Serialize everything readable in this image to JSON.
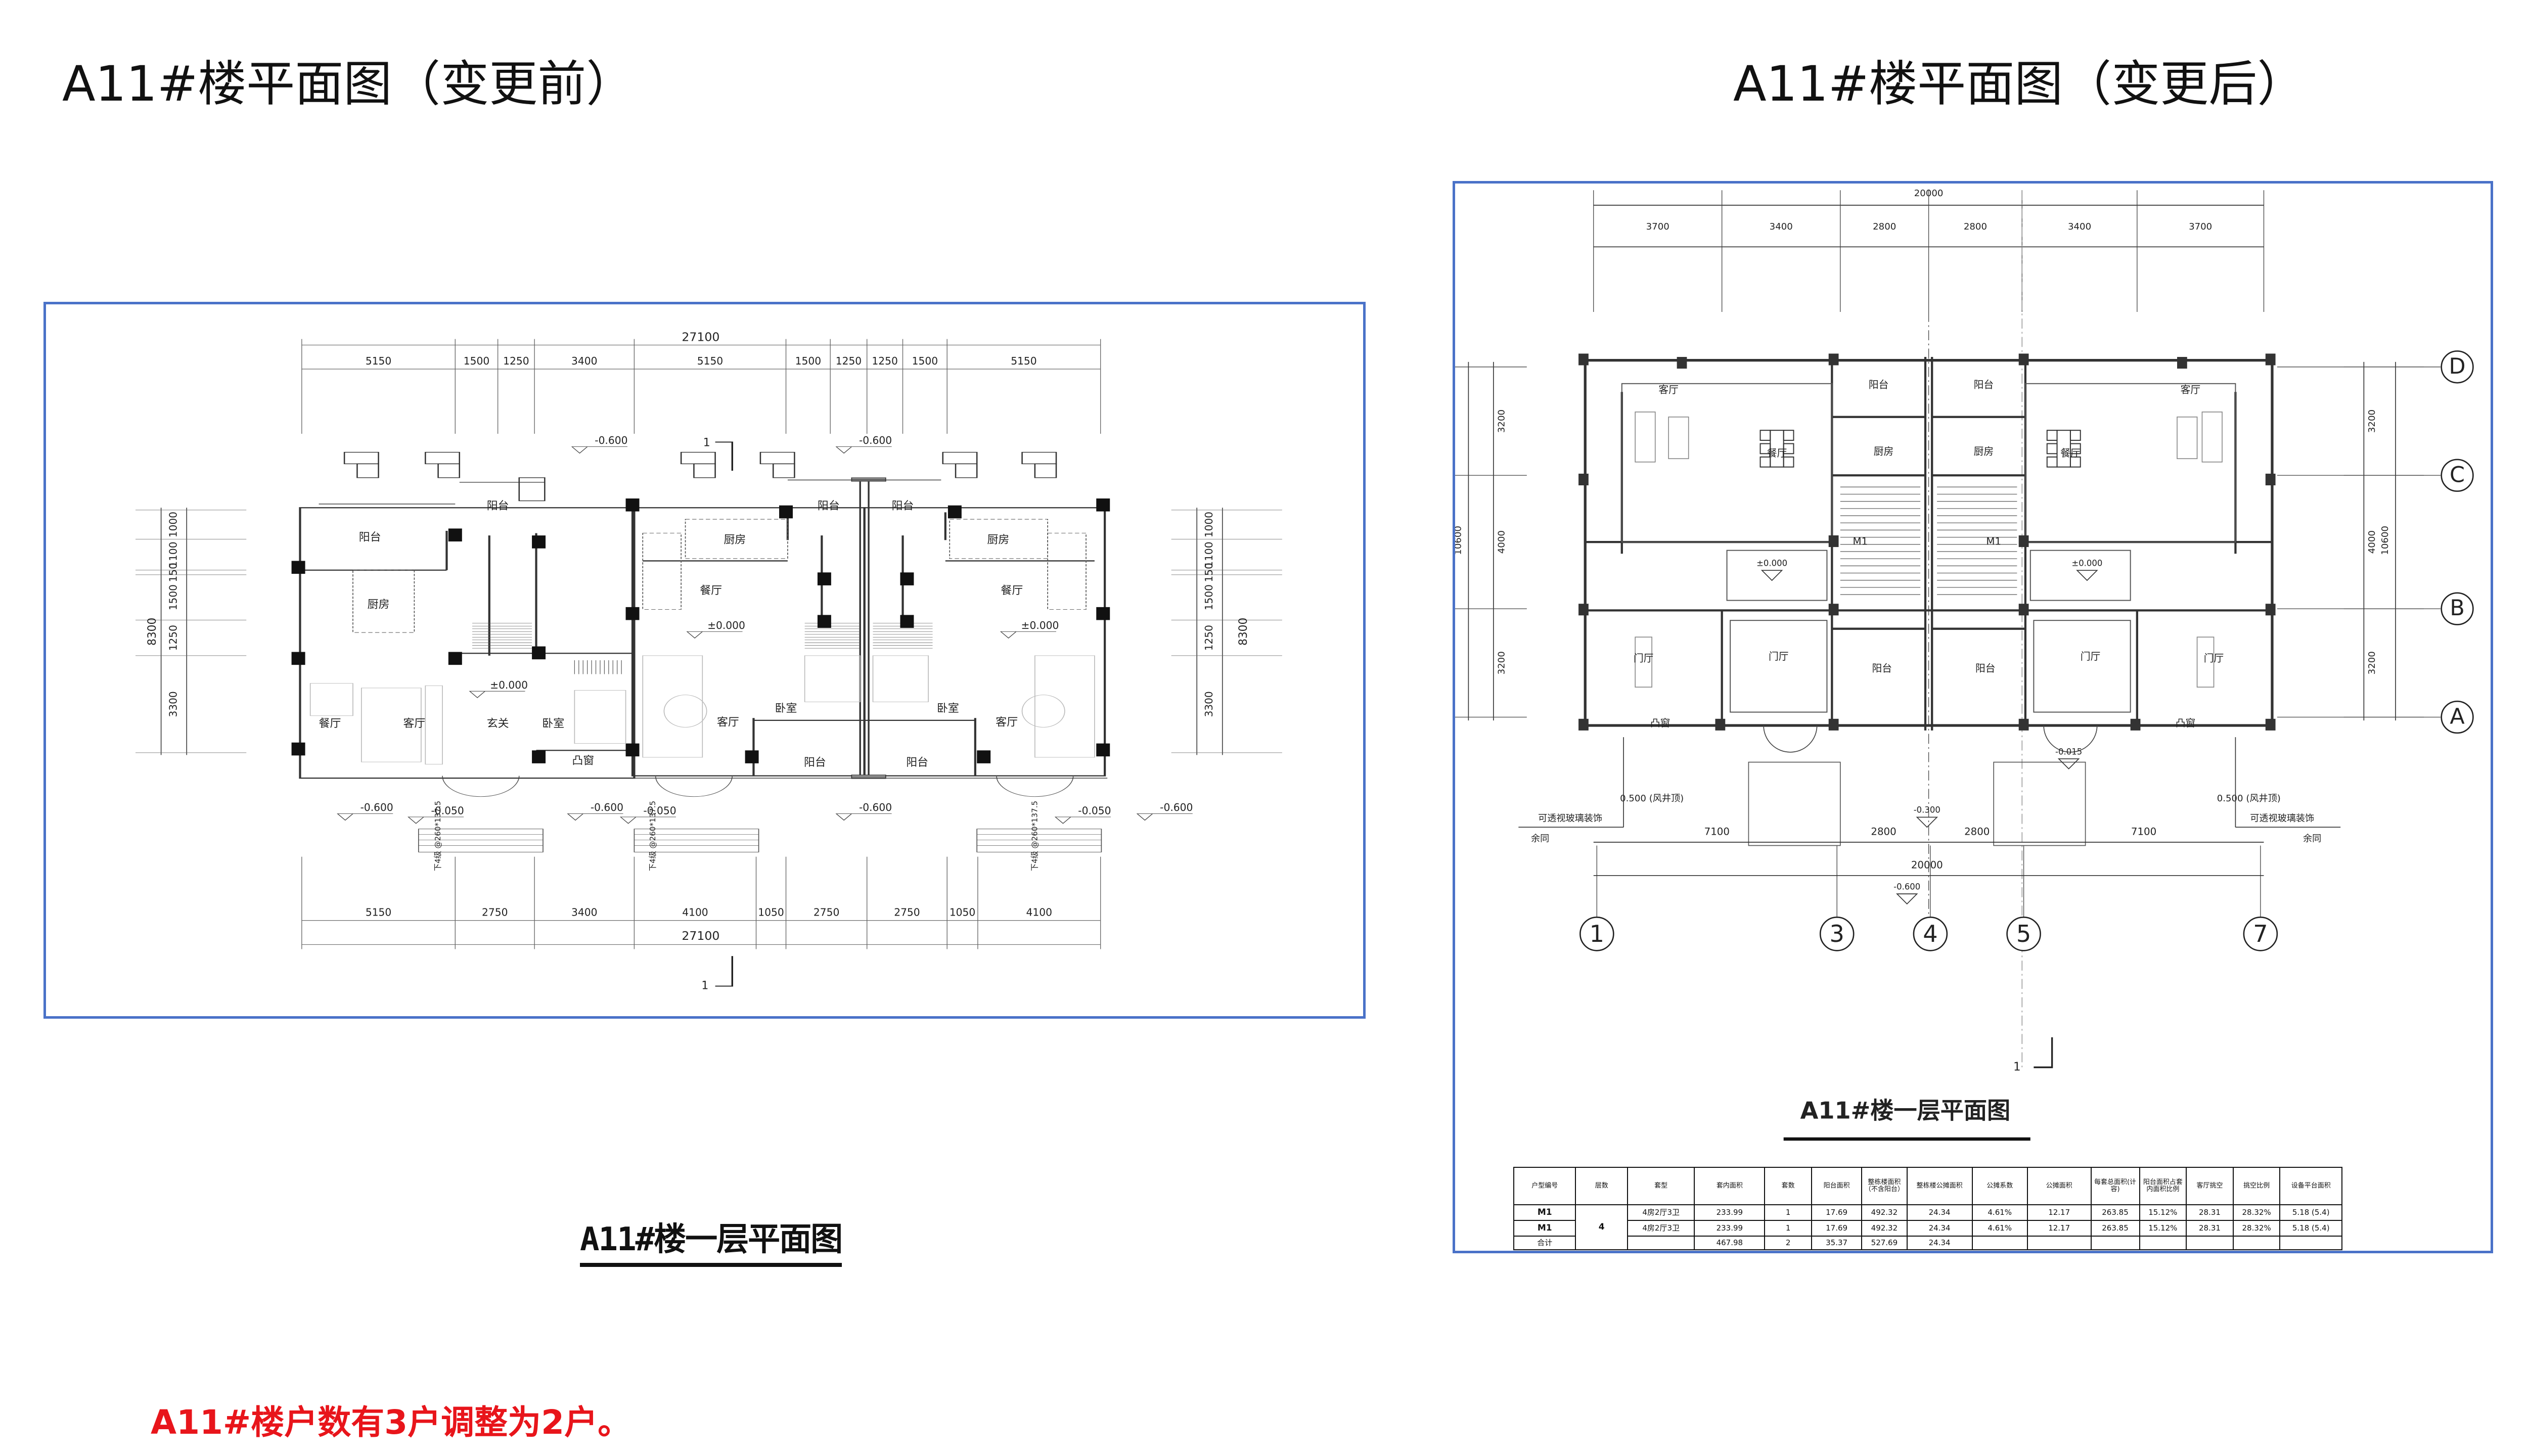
{
  "titles": {
    "before": "A11#楼平面图（变更前）",
    "after": "A11#楼平面图（变更后）"
  },
  "left_plan": {
    "caption": "A11#楼一层平面图",
    "dims_top_total": "27100",
    "dims_top": [
      "5150",
      "1500",
      "1250",
      "3400",
      "5150",
      "1500",
      "1250",
      "1250",
      "1500",
      "5150"
    ],
    "dims_bottom": [
      "5150",
      "2750",
      "3400",
      "4100",
      "1050",
      "2750",
      "2750",
      "1050",
      "4100"
    ],
    "dims_bottom_total": "27100",
    "dims_side": [
      "1000",
      "1100",
      "150",
      "1500",
      "1250",
      "3300"
    ],
    "dims_side_total": "8300",
    "rooms": [
      "阳台",
      "阳台",
      "厨房",
      "餐厅",
      "客厅",
      "玄关",
      "卧室",
      "凸窗",
      "阳台",
      "阳台",
      "厨房",
      "餐厅",
      "卧室",
      "客厅",
      "阳台",
      "阳台",
      "卧室",
      "客厅",
      "厨房",
      "餐厅"
    ],
    "elevations": [
      "-0.600",
      "-0.600",
      "-0.600",
      "-0.600",
      "-0.600",
      "-0.600",
      "±0.000",
      "±0.000",
      "±0.000",
      "-0.050",
      "-0.050",
      "-0.050"
    ],
    "stairs_note": "下4级 @260*137.5",
    "section_mark": "1"
  },
  "right_plan": {
    "caption": "A11#楼一层平面图",
    "dims_top_total": "20000",
    "dims_top": [
      "3700",
      "3400",
      "2800",
      "2800",
      "3400",
      "3700"
    ],
    "dims_bottom": [
      "7100",
      "2800",
      "2800",
      "7100"
    ],
    "dims_bottom_total": "20000",
    "dims_side": [
      "3200",
      "4000",
      "3200"
    ],
    "dims_side_total": "10600",
    "axes_rows": [
      "D",
      "C",
      "B",
      "A"
    ],
    "axes_cols": [
      "1",
      "3",
      "4",
      "5",
      "7"
    ],
    "rooms": [
      "客厅",
      "客厅",
      "阳台",
      "阳台",
      "餐厅",
      "餐厅",
      "厨房",
      "厨房",
      "M1",
      "M1",
      "门厅",
      "门厅",
      "门厅",
      "门厅",
      "阳台",
      "阳台",
      "凸窗",
      "凸窗"
    ],
    "elevations": [
      "±0.000",
      "±0.000",
      "-0.015",
      "-0.300",
      "-0.600"
    ],
    "annotations": [
      "0.500 (风井顶)",
      "0.500 (风井顶)",
      "可透视玻璃装饰",
      "可透视玻璃装饰",
      "余同",
      "余同"
    ],
    "section_mark": "1"
  },
  "table": {
    "headers": [
      "户型编号",
      "层数",
      "套型",
      "套内面积",
      "套数",
      "阳台面积",
      "整栋楼面积（不含阳台）",
      "整栋楼公摊面积",
      "公摊系数",
      "公摊面积",
      "每套总面积(计容)",
      "阳台面积占套内面积比例",
      "客厅挑空",
      "挑空比例",
      "设备平台面积"
    ],
    "floors": "4",
    "rows": [
      [
        "M1",
        "4房2厅3卫",
        "233.99",
        "1",
        "17.69",
        "492.32",
        "24.34",
        "4.61%",
        "12.17",
        "263.85",
        "15.12%",
        "28.31",
        "28.32%",
        "5.18 (5.4)"
      ],
      [
        "M1",
        "4房2厅3卫",
        "233.99",
        "1",
        "17.69",
        "492.32",
        "24.34",
        "4.61%",
        "12.17",
        "263.85",
        "15.12%",
        "28.31",
        "28.32%",
        "5.18 (5.4)"
      ],
      [
        "合计",
        "",
        "467.98",
        "2",
        "35.37",
        "527.69",
        "24.34",
        "",
        "",
        "",
        "",
        "",
        "",
        ""
      ]
    ]
  },
  "note": "A11#楼户数有3户调整为2户。",
  "colors": {
    "frame": "#4a72c8",
    "note": "#e8151b"
  }
}
